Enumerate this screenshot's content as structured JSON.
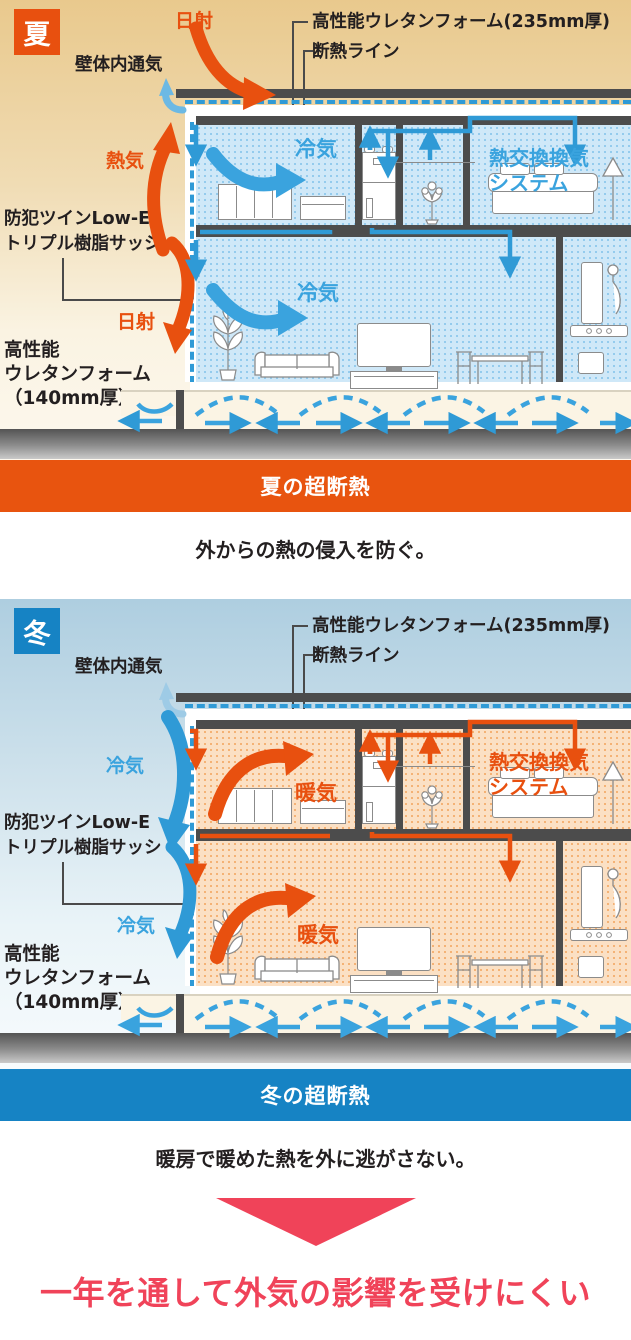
{
  "summer": {
    "badge": "夏",
    "labels": {
      "solar_top": "日射",
      "wall_vent": "壁体内通気",
      "hot_air": "熱気",
      "sash_line1": "防犯ツインLow-E",
      "sash_line2": "トリプル樹脂サッシ",
      "solar_side": "日射",
      "foam_line1": "高性能",
      "foam_line2": "ウレタンフォーム",
      "foam_line3": "（140mm厚）",
      "roof_foam": "高性能ウレタンフォーム(235mm厚)",
      "ins_line": "断熱ライン",
      "hrv_line1": "熱交換換気",
      "hrv_line2": "システム",
      "flow_upper": "冷気",
      "flow_lower": "冷気"
    },
    "banner": "夏の超断熱",
    "caption": "外からの熱の侵入を防ぐ。",
    "colors": {
      "badge": "#e8500f",
      "arrow": "#e8500f",
      "flow": "#3aa3de",
      "banner": "#e8540f"
    }
  },
  "winter": {
    "badge": "冬",
    "labels": {
      "wall_vent": "壁体内通気",
      "cold_air_top": "冷気",
      "sash_line1": "防犯ツインLow-E",
      "sash_line2": "トリプル樹脂サッシ",
      "cold_air_side": "冷気",
      "foam_line1": "高性能",
      "foam_line2": "ウレタンフォーム",
      "foam_line3": "（140mm厚）",
      "roof_foam": "高性能ウレタンフォーム(235mm厚)",
      "ins_line": "断熱ライン",
      "hrv_line1": "熱交換換気",
      "hrv_line2": "システム",
      "flow_upper": "暖気",
      "flow_lower": "暖気"
    },
    "banner": "冬の超断熱",
    "caption": "暖房で暖めた熱を外に逃がさない。",
    "colors": {
      "badge": "#1683c4",
      "arrow": "#1683c4",
      "flow": "#e8500f",
      "banner": "#1683c4"
    }
  },
  "footer": {
    "tagline": "一年を通して外気の影響を受けにくい",
    "arrow_color": "#f04359"
  }
}
